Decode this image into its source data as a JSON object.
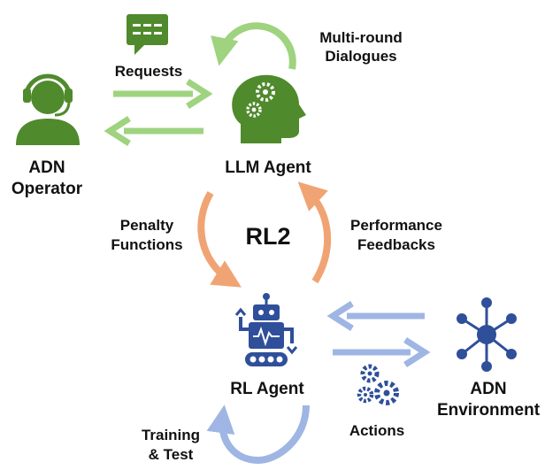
{
  "labels": {
    "requests": "Requests",
    "multi_round_1": "Multi-round",
    "multi_round_2": "Dialogues",
    "adn_operator_1": "ADN",
    "adn_operator_2": "Operator",
    "llm_agent": "LLM Agent",
    "penalty_1": "Penalty",
    "penalty_2": "Functions",
    "rl2": "RL2",
    "performance_1": "Performance",
    "performance_2": "Feedbacks",
    "rl_agent": "RL Agent",
    "adn_env_1": "ADN",
    "adn_env_2": "Environment",
    "actions": "Actions",
    "training_1": "Training",
    "training_2": "& Test"
  },
  "colors": {
    "green_dark": "#4f8a2c",
    "green_light": "#9fd37f",
    "orange": "#f0a473",
    "blue_dark": "#2f4f9a",
    "blue_light": "#9fb6e4"
  },
  "icons": {
    "chat": "chat-bubble-icon",
    "operator": "headset-person-icon",
    "llm": "head-gears-icon",
    "robot": "robot-icon",
    "network": "network-hub-icon",
    "gears": "gears-icon"
  }
}
